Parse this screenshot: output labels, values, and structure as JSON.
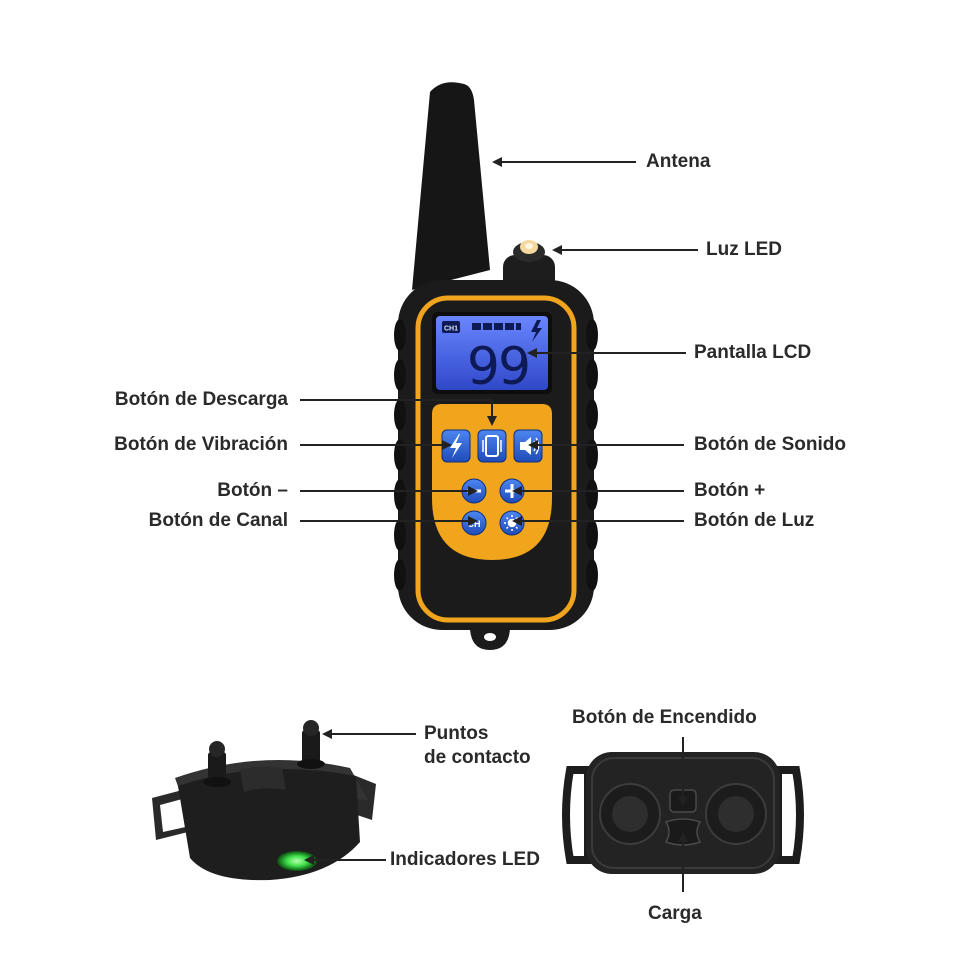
{
  "labels": {
    "antena": "Antena",
    "luz_led": "Luz LED",
    "pantalla_lcd": "Pantalla LCD",
    "boton_descarga": "Botón de Descarga",
    "boton_vibracion": "Botón de Vibración",
    "boton_sonido": "Botón de Sonido",
    "boton_menos": "Botón –",
    "boton_mas": "Botón +",
    "boton_canal": "Botón de Canal",
    "boton_luz": "Botón de Luz",
    "puntos_contacto_1": "Puntos",
    "puntos_contacto_2": "de contacto",
    "boton_encendido": "Botón de Encendido",
    "indicadores_led": "Indicadores LED",
    "carga": "Carga"
  },
  "lcd": {
    "channel": "CH1",
    "value": "99"
  },
  "buttons": {
    "channel": "CH"
  },
  "colors": {
    "body": "#1b1b1b",
    "accent": "#f0a51c",
    "lcd": "#3d5be0",
    "button": "#2f63d6",
    "led": "#3ee04a"
  }
}
